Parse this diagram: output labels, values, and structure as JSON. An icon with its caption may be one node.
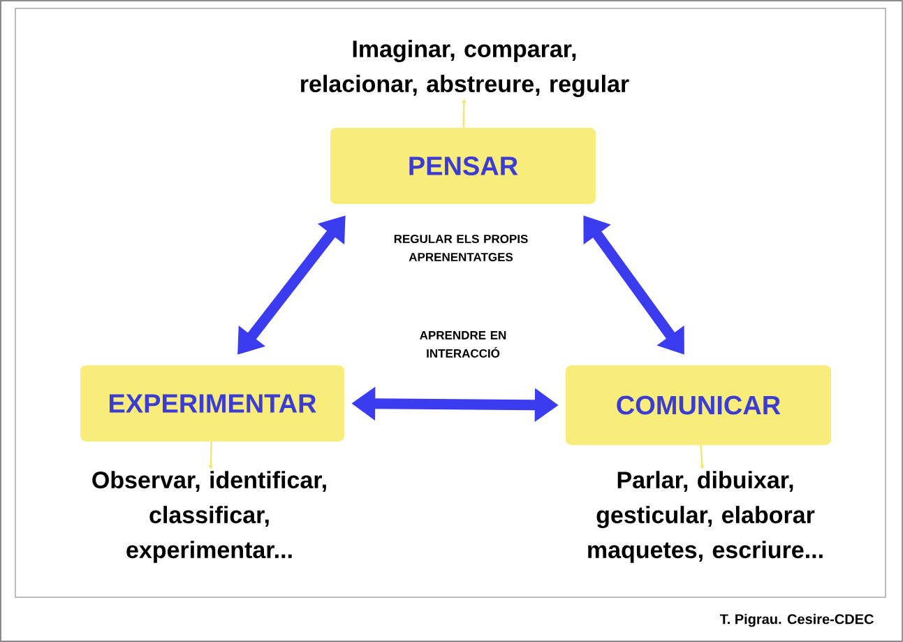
{
  "diagram": {
    "nodes": [
      {
        "text": [
          "Imaginar, comparar, relacionar, abstreure, regular"
        ]
      },
      {
        "text": [
          "PENSAR"
        ]
      },
      {
        "text": [
          "EXPERIMENTAR"
        ]
      },
      {
        "text": [
          "COMUNICAR"
        ]
      },
      {
        "text": [
          "Observar, identificar, classificar, experimentar..."
        ]
      },
      {
        "text": [
          "Parlar, dibuixar, gesticular, elaborar maquetes, escriure..."
        ]
      }
    ],
    "edges": [
      {
        "from": 1,
        "to": 0,
        "arrow": "to",
        "color": "#f3e86a"
      },
      {
        "from": 1,
        "to": 2,
        "arrow": "both",
        "style": "thick",
        "color": "#3b3bf0"
      },
      {
        "from": 1,
        "to": 3,
        "arrow": "both",
        "style": "thick",
        "color": "#3b3bf0"
      },
      {
        "from": 2,
        "to": 3,
        "arrow": "both",
        "style": "thick",
        "color": "#3b3bf0",
        "label": "APRENDRE EN INTERACCIÓ"
      },
      {
        "from": 2,
        "to": 4,
        "arrow": "to",
        "color": "#f3e86a"
      },
      {
        "from": 3,
        "to": 5,
        "arrow": "to",
        "color": "#f3e86a"
      }
    ],
    "labels": [
      "REGULAR ELS PROPIS APRENENTATGES",
      "T. Pigrau. Cesire-CDEC"
    ]
  }
}
